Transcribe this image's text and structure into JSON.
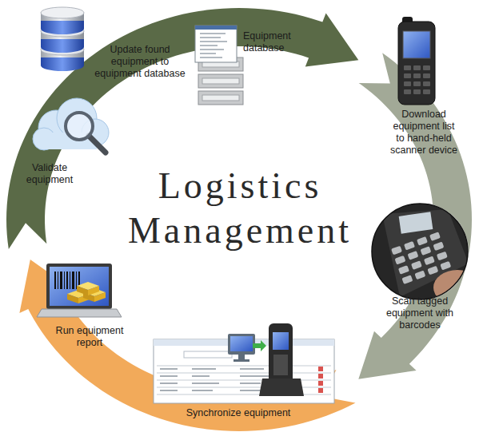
{
  "diagram": {
    "title": "Logistics Management",
    "labels": [
      "Equipment database",
      "Download equipment list to hand-held scanner device",
      "Scan tagged equipment with barcodes",
      "Synchronize equipment",
      "Run equipment report",
      "Validate equipment",
      "Update found equipment to equipment database"
    ]
  }
}
